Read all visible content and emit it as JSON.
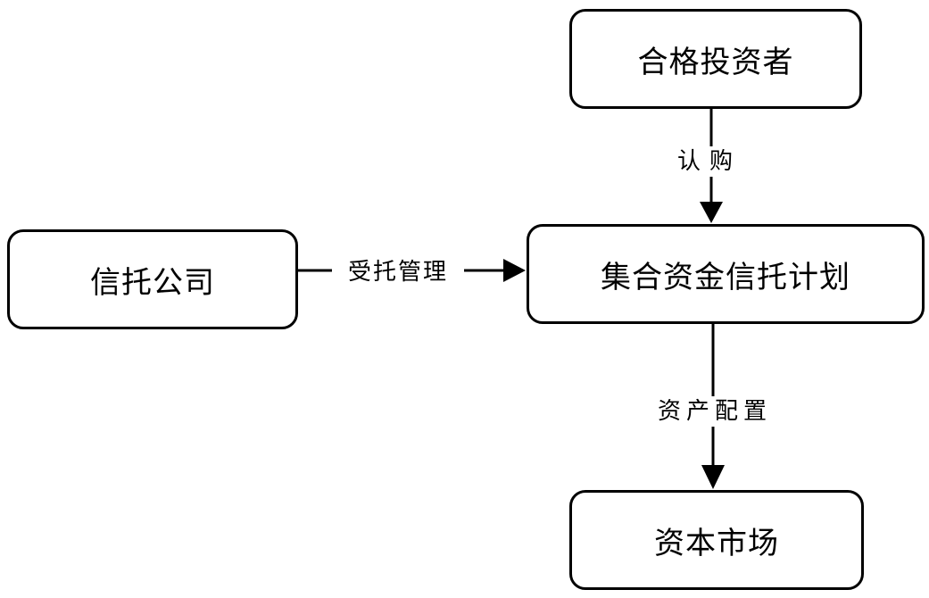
{
  "nodes": {
    "investor": "合格投资者",
    "plan": "集合资金信托计划",
    "trust_company": "信托公司",
    "capital_market": "资本市场"
  },
  "edges": {
    "subscribe": "认购",
    "entrusted_management": "受托管理",
    "asset_allocation": "资产配置"
  }
}
